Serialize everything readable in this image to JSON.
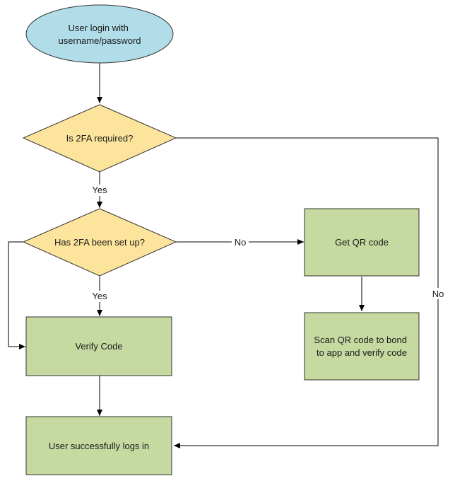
{
  "diagram": {
    "type": "flowchart",
    "colors": {
      "start_fill": "#b1dde8",
      "decision_fill": "#fde49c",
      "process_fill": "#c5d9a0",
      "stroke": "#333333",
      "edge": "#000000"
    },
    "nodes": {
      "start": {
        "lines": [
          "User login with",
          "username/password"
        ]
      },
      "decision_2fa_required": {
        "lines": [
          "Is 2FA required?"
        ]
      },
      "decision_2fa_setup": {
        "lines": [
          "Has 2FA been set up?"
        ]
      },
      "get_qr": {
        "lines": [
          "Get QR code"
        ]
      },
      "scan_qr": {
        "lines": [
          "Scan QR code to bond",
          "to app and verify code"
        ]
      },
      "verify": {
        "lines": [
          "Verify Code"
        ]
      },
      "success": {
        "lines": [
          "User successfully logs in"
        ]
      }
    },
    "edges": {
      "required_yes": "Yes",
      "setup_yes": "Yes",
      "setup_no": "No",
      "required_no": "No"
    }
  }
}
